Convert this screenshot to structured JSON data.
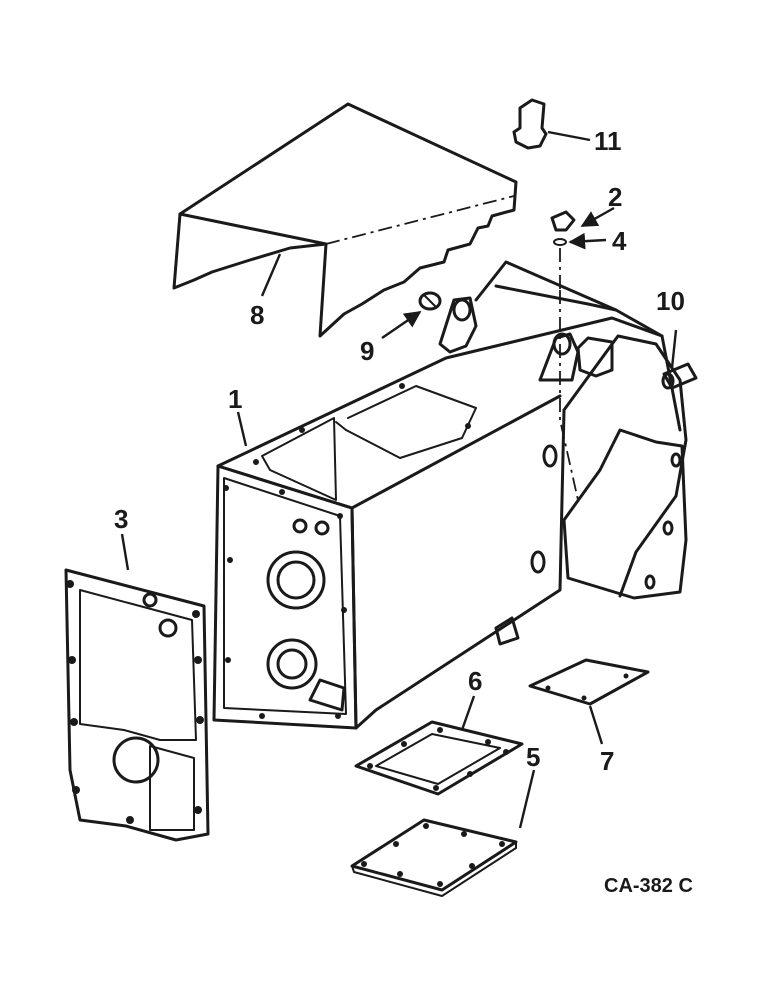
{
  "callouts": {
    "c1": "1",
    "c2": "2",
    "c3": "3",
    "c4": "4",
    "c5": "5",
    "c6": "6",
    "c7": "7",
    "c8": "8",
    "c9": "9",
    "c10": "10",
    "c11": "11"
  },
  "figure_ref": "CA-382 C",
  "colors": {
    "ink": "#1a1a1a",
    "paper": "#ffffff"
  }
}
